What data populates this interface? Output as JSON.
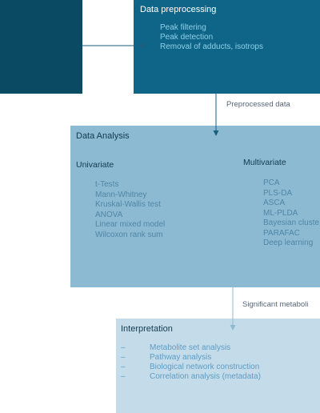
{
  "preprocessing": {
    "title": "Data preprocessing",
    "items": [
      "Peak filtering",
      "Peak detection",
      "Removal of adducts, isotrops"
    ]
  },
  "connector1": {
    "label": "Preprocessed data"
  },
  "analysis": {
    "title": "Data Analysis",
    "univariate": {
      "heading": "Univariate",
      "items": [
        "t-Tests",
        "Mann-Whitney",
        "Kruskal-Wallis test",
        "ANOVA",
        "Linear mixed model",
        "Wilcoxon rank sum"
      ]
    },
    "multivariate": {
      "heading": "Multivariate",
      "items": [
        "PCA",
        "PLS-DA",
        "ASCA",
        "ML-PLDA",
        "Bayesian cluste",
        "PARAFAC",
        "Deep learning"
      ]
    }
  },
  "connector2": {
    "label": "Significant metaboli"
  },
  "interpretation": {
    "title": "Interpretation",
    "bullet": "–",
    "items": [
      "Metabolite set analysis",
      "Pathway analysis",
      "Biological network construction",
      "Correlation analysis (metadata)"
    ]
  },
  "colors": {
    "left_box": "#0b4a63",
    "preprocessing_box": "#0f6587",
    "analysis_box": "#8cbad2",
    "interpretation_box": "#c4dcea",
    "arrow": "#1a5f80",
    "arrow_light": "#8cbad2"
  }
}
